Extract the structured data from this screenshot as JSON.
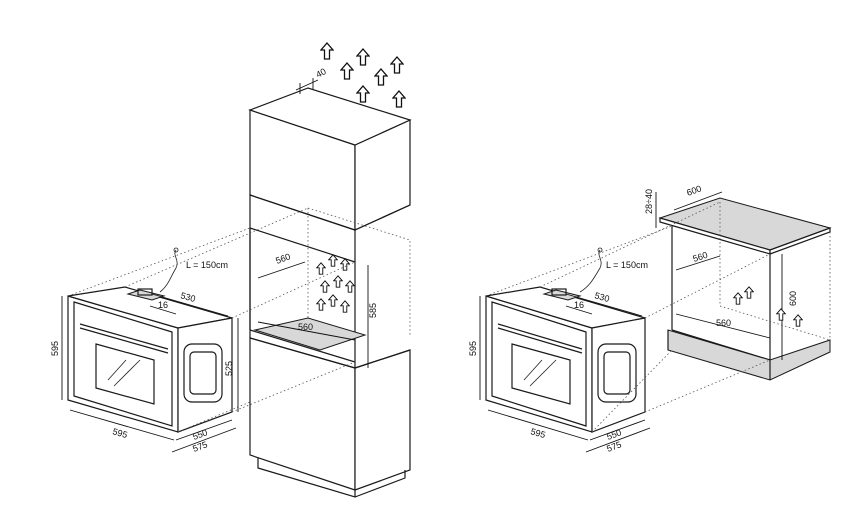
{
  "diagram": {
    "left_installation": {
      "cable_label": "L = 150cm",
      "oven_height": "595",
      "oven_width": "595",
      "top_depth": "530",
      "top_offset": "16",
      "side_height": "525",
      "depth_inner": "550",
      "depth_outer": "575",
      "cabinet_top_gap": "40",
      "cavity_depth": "560",
      "cavity_width": "560",
      "cavity_height": "585"
    },
    "right_installation": {
      "cable_label": "L = 150cm",
      "oven_height": "595",
      "oven_width": "595",
      "top_depth": "530",
      "top_offset": "16",
      "depth_inner": "550",
      "depth_outer": "575",
      "worktop_gap": "28÷40",
      "worktop_depth": "600",
      "cavity_depth": "560",
      "cavity_width": "560",
      "cavity_height": "600"
    }
  }
}
